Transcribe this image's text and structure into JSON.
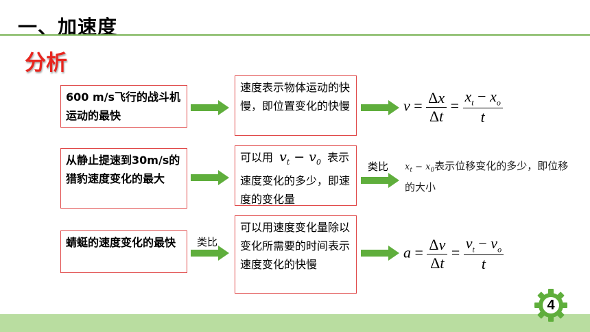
{
  "header": {
    "title": "一、加速度"
  },
  "section": {
    "title": "分析"
  },
  "rows": [
    {
      "left_text": "600 m/s飞行的战斗机运动的最快",
      "mid_text": "速度表示物体运动的快慢，即位置变化的快慢",
      "arrow_label": ""
    },
    {
      "left_text": "从静止提速到30m/s的猎豹速度变化的最大",
      "mid_prefix": "可以用",
      "mid_math": "v_t − v_0",
      "mid_suffix": "表示速度变化的多少，即速度的变化量",
      "arrow_label": "类比"
    },
    {
      "left_text": "蜻蜓的速度变化的最快",
      "mid_text": "可以用速度变化量除以变化所需要的时间表示速度变化的快慢",
      "arrow_label": "类比"
    }
  ],
  "formulas": {
    "velocity": "v = Δx/Δt = (x_t − x_o)/t",
    "acceleration": "a = Δv/Δt = (v_t − v_o)/t"
  },
  "note": {
    "math": "x_t − x_0",
    "text": "表示位移变化的多少，即位移的大小"
  },
  "footer": {
    "page_number": "4"
  },
  "colors": {
    "accent_green": "#5fae3c",
    "title_red": "#e8261f",
    "box_border": "#e04848",
    "footer_green": "#b9dda0"
  }
}
